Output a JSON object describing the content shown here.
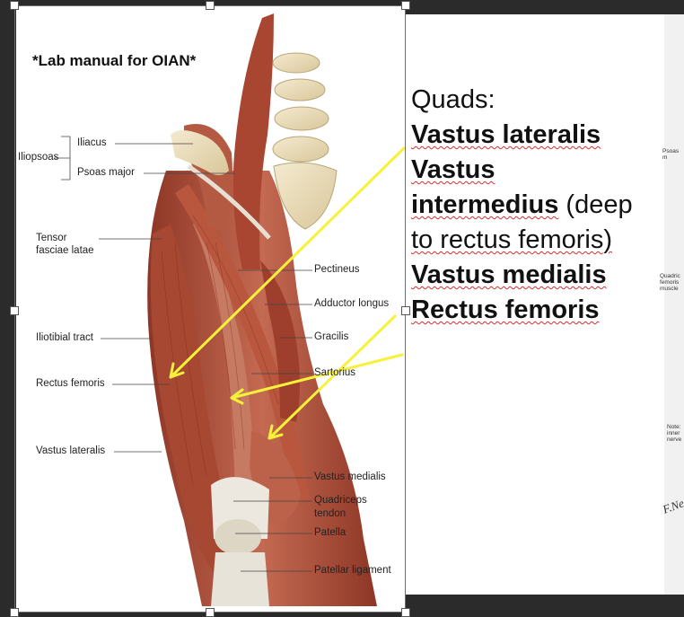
{
  "caption": "*Lab manual for OIAN*",
  "labels": {
    "iliopsoas": "Iliopsoas",
    "iliacus": "Iliacus",
    "psoas_major": "Psoas major",
    "tensor_1": "Tensor",
    "tensor_2": "fasciae latae",
    "iliotibial": "Iliotibial tract",
    "rectus_femoris": "Rectus femoris",
    "vastus_lateralis": "Vastus lateralis",
    "pectineus": "Pectineus",
    "adductor_longus": "Adductor longus",
    "gracilis": "Gracilis",
    "sartorius": "Sartorius",
    "vastus_medialis": "Vastus medialis",
    "quad_tendon_1": "Quadriceps",
    "quad_tendon_2": "tendon",
    "patella": "Patella",
    "patellar_ligament": "Patellar ligament"
  },
  "notes": {
    "heading": "Quads:",
    "l1": "Vastus lateralis",
    "l2": "Vastus",
    "l3a": "intermedius",
    "l3b": " (deep",
    "l4": "to rectus femoris)",
    "l5": "Vastus medialis",
    "l6": "Rectus femoris"
  },
  "side": {
    "psoas": "Psoas m",
    "quad_1": "Quadric",
    "quad_2": "femoris",
    "quad_3": "muscle",
    "note_1": "Note:",
    "note_2": "inner",
    "note_3": "nerve",
    "signature": "F.Ne"
  },
  "colors": {
    "arrow": "#f7f239",
    "muscle": "#b2503c",
    "bone": "#eee0b8"
  }
}
